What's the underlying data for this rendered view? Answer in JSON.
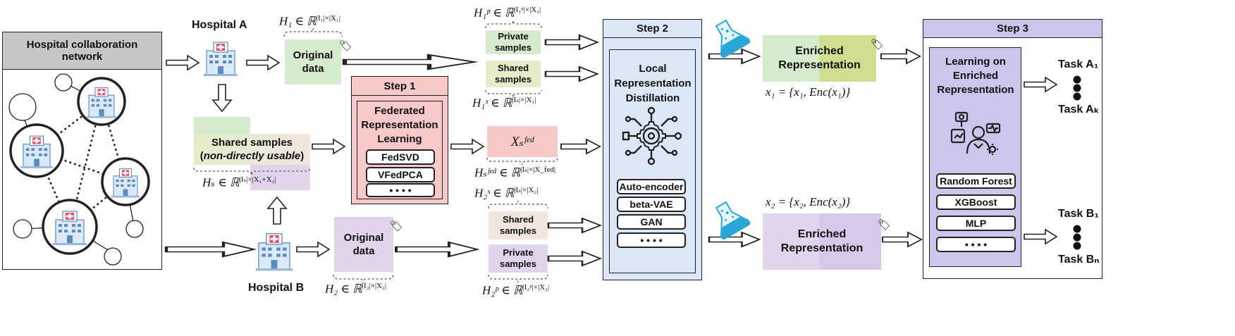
{
  "network": {
    "title": "Hospital collaboration network"
  },
  "hospital_a": {
    "label": "Hospital A"
  },
  "hospital_b": {
    "label": "Hospital B"
  },
  "math": {
    "h1": "H₁ ∈ ℝ",
    "h1_sup": "|I₁|×|X₁|",
    "hs": "Hₛ ∈ ℝ",
    "hs_sup": "|Iₛ|×|X₁+X₂|",
    "h2": "H₂ ∈ ℝ",
    "h2_sup": "|I₂|×|X₂|",
    "h1p": "H₁ᵖ ∈ ℝ",
    "h1p_sup": "|I₁ᵖ|×|X₁|",
    "h1s": "H₁ˢ ∈ ℝ",
    "h1s_sup": "|Iₛ|×|X₁|",
    "hsfed": "Hₛᶠᵉᵈ ∈ ℝ",
    "hsfed_sup": "|Iₛ|×|X_fed|",
    "h2s": "H₂ˢ ∈ ℝ",
    "h2s_sup": "|Iₛ|×|X₂|",
    "h2p": "H₂ᵖ ∈ ℝ",
    "h2p_sup": "|I₂ᵖ|×|X₂|",
    "xsfed": "Xₛᶠᵉᵈ",
    "x1": "x₁ = {x₁, Enc(x₁)}",
    "x2": "x₂ = {x₂, Enc(x₂)}"
  },
  "blocks": {
    "orig_a": "Original data",
    "orig_b": "Original data",
    "shared_line1": "Shared samples",
    "shared_line2": "non-directly usable",
    "private_a": "Private samples",
    "shared_a": "Shared samples",
    "shared_b": "Shared samples",
    "private_b": "Private samples",
    "enriched_1": "Enriched Representation",
    "enriched_2": "Enriched Representation"
  },
  "step1": {
    "title": "Step 1",
    "heading": "Federated Representation Learning",
    "methods": [
      "FedSVD",
      "VFedPCA",
      "• • • •"
    ]
  },
  "step2": {
    "title": "Step 2",
    "heading": "Local Representation Distillation",
    "methods": [
      "Auto-encoder",
      "beta-VAE",
      "GAN",
      "• • • •"
    ]
  },
  "step3": {
    "title": "Step 3",
    "heading": "Learning on Enriched Representation",
    "methods": [
      "Random Forest",
      "XGBoost",
      "MLP",
      "• • • •"
    ]
  },
  "tasks": {
    "a1": "Task A₁",
    "ak": "Task Aₖ",
    "b1": "Task B₁",
    "bn": "Task Bₙ"
  },
  "colors": {
    "green": "#d6ebcd",
    "yellow_green": "#e4edc8",
    "beige": "#f2e6df",
    "lavender": "#e0d5ec",
    "pink": "#f8c9c9",
    "step2_blue": "#dbe7f7",
    "step3_purple": "#cbc6eb",
    "gray": "#c9c6c6",
    "olive": "#cfde8f"
  }
}
